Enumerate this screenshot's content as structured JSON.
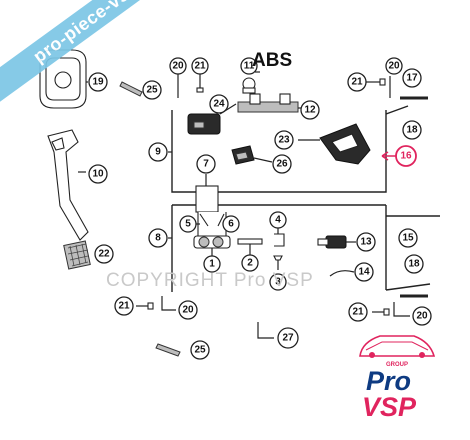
{
  "diagram": {
    "section_label": "ABS",
    "copyright_text": "COPYRIGHT Pro VSP",
    "watermark_text": "pro-piece-vsp.com",
    "logo": {
      "line1": "Pro",
      "line2": "VSP",
      "small_label": "GROUP"
    },
    "highlight_color": "#e0245e",
    "callouts": {
      "c1": "1",
      "c2": "2",
      "c3": "3",
      "c4": "4",
      "c5": "5",
      "c6": "6",
      "c7": "7",
      "c8": "8",
      "c9": "9",
      "c10": "10",
      "c11": "11",
      "c12": "12",
      "c13": "13",
      "c14": "14",
      "c15": "15",
      "c16": "16",
      "c17": "17",
      "c18a": "18",
      "c18b": "18",
      "c19": "19",
      "c20a": "20",
      "c20b": "20",
      "c20c": "20",
      "c20d": "20",
      "c21a": "21",
      "c21b": "21",
      "c21c": "21",
      "c21d": "21",
      "c22": "22",
      "c23": "23",
      "c24": "24",
      "c25a": "25",
      "c25b": "25",
      "c26": "26",
      "c27": "27"
    }
  }
}
